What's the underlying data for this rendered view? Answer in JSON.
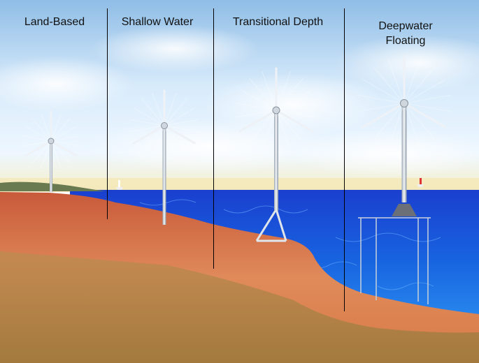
{
  "sections": [
    {
      "id": "land",
      "label": "Land-Based"
    },
    {
      "id": "shallow",
      "label": "Shallow Water"
    },
    {
      "id": "transitional",
      "label": "Transitional Depth"
    },
    {
      "id": "deep",
      "label": "Deepwater",
      "label_line2": "Floating"
    }
  ],
  "colors": {
    "sky_top": "#9fc7ea",
    "sky_bottom": "#eaf4ff",
    "horizon_glow": "#f3e3a6",
    "ocean_top": "#1f4fd6",
    "ocean_deep": "#1a6fe0",
    "seabed": "#d9704a",
    "earth": "#b0894a",
    "turbine": "#e6ebf0"
  }
}
